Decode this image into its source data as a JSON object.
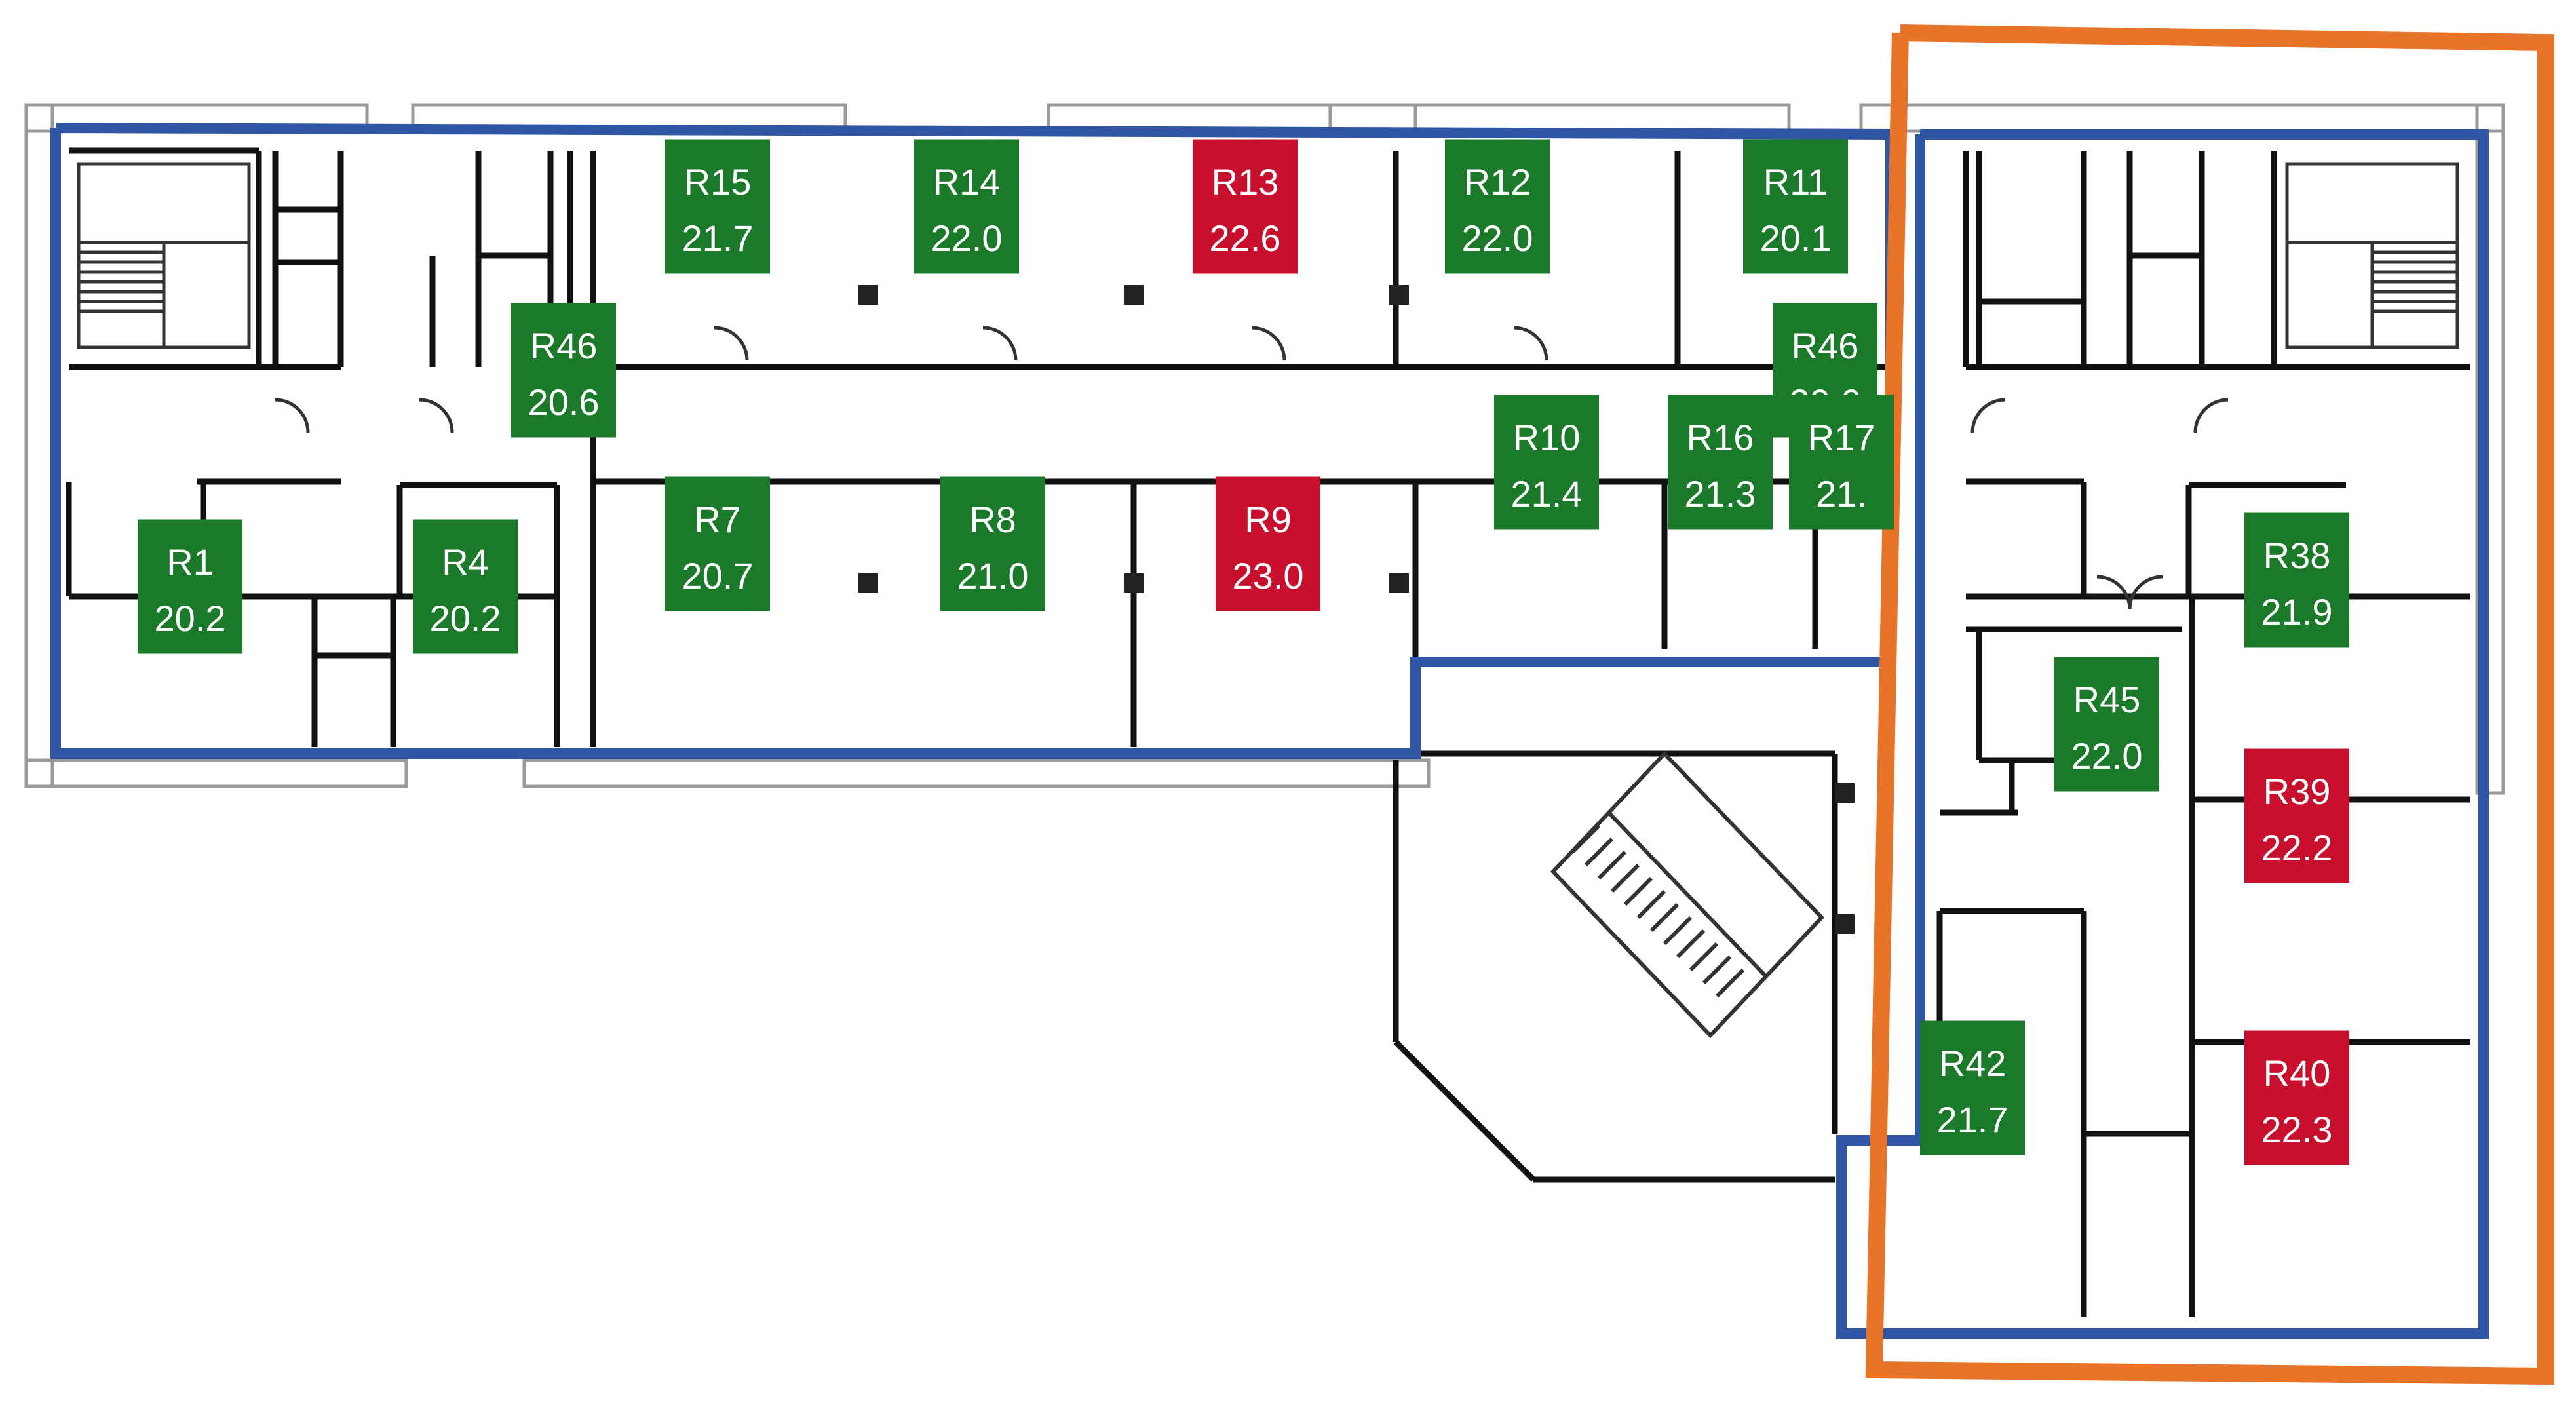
{
  "colors": {
    "ok": "#1b7a2a",
    "alert": "#c8102e",
    "zone_outline": "#2f55a4",
    "highlight_outline": "#e8742a",
    "wall": "#111111"
  },
  "rooms": [
    {
      "id": "R15",
      "temp": "21.7",
      "status": "ok"
    },
    {
      "id": "R14",
      "temp": "22.0",
      "status": "ok"
    },
    {
      "id": "R13",
      "temp": "22.6",
      "status": "alert"
    },
    {
      "id": "R12",
      "temp": "22.0",
      "status": "ok"
    },
    {
      "id": "R11",
      "temp": "20.1",
      "status": "ok"
    },
    {
      "id": "R46",
      "temp": "20.6",
      "status": "ok"
    },
    {
      "id": "R46",
      "temp": "20.6",
      "status": "ok"
    },
    {
      "id": "R10",
      "temp": "21.4",
      "status": "ok"
    },
    {
      "id": "R16",
      "temp": "21.3",
      "status": "ok"
    },
    {
      "id": "R17",
      "temp": "21.",
      "status": "ok"
    },
    {
      "id": "R7",
      "temp": "20.7",
      "status": "ok"
    },
    {
      "id": "R8",
      "temp": "21.0",
      "status": "ok"
    },
    {
      "id": "R9",
      "temp": "23.0",
      "status": "alert"
    },
    {
      "id": "R1",
      "temp": "20.2",
      "status": "ok"
    },
    {
      "id": "R4",
      "temp": "20.2",
      "status": "ok"
    },
    {
      "id": "R38",
      "temp": "21.9",
      "status": "ok"
    },
    {
      "id": "R45",
      "temp": "22.0",
      "status": "ok"
    },
    {
      "id": "R39",
      "temp": "22.2",
      "status": "alert"
    },
    {
      "id": "R42",
      "temp": "21.7",
      "status": "ok"
    },
    {
      "id": "R40",
      "temp": "22.3",
      "status": "alert"
    }
  ]
}
